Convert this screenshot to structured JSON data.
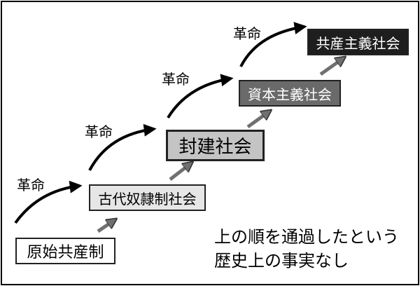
{
  "stages": [
    {
      "label": "原始共産制",
      "fill": "#ffffff",
      "text": "#000000"
    },
    {
      "label": "古代奴隷制社会",
      "fill": "#e6e6e6",
      "text": "#000000"
    },
    {
      "label": "封建社会",
      "fill": "#c4c4c4",
      "text": "#000000"
    },
    {
      "label": "資本主義社会",
      "fill": "#6a6a6a",
      "text": "#ffffff"
    },
    {
      "label": "共産主義社会",
      "fill": "#1e1e1e",
      "text": "#ffffff"
    }
  ],
  "transitions": [
    {
      "label": "革命"
    },
    {
      "label": "革命"
    },
    {
      "label": "革命"
    },
    {
      "label": "革命"
    }
  ],
  "note": {
    "line1": "上の順を通過したという",
    "line2": "歴史上の事実なし"
  },
  "colors": {
    "curve_arrow": "#000000",
    "step_arrow": "#707070"
  }
}
